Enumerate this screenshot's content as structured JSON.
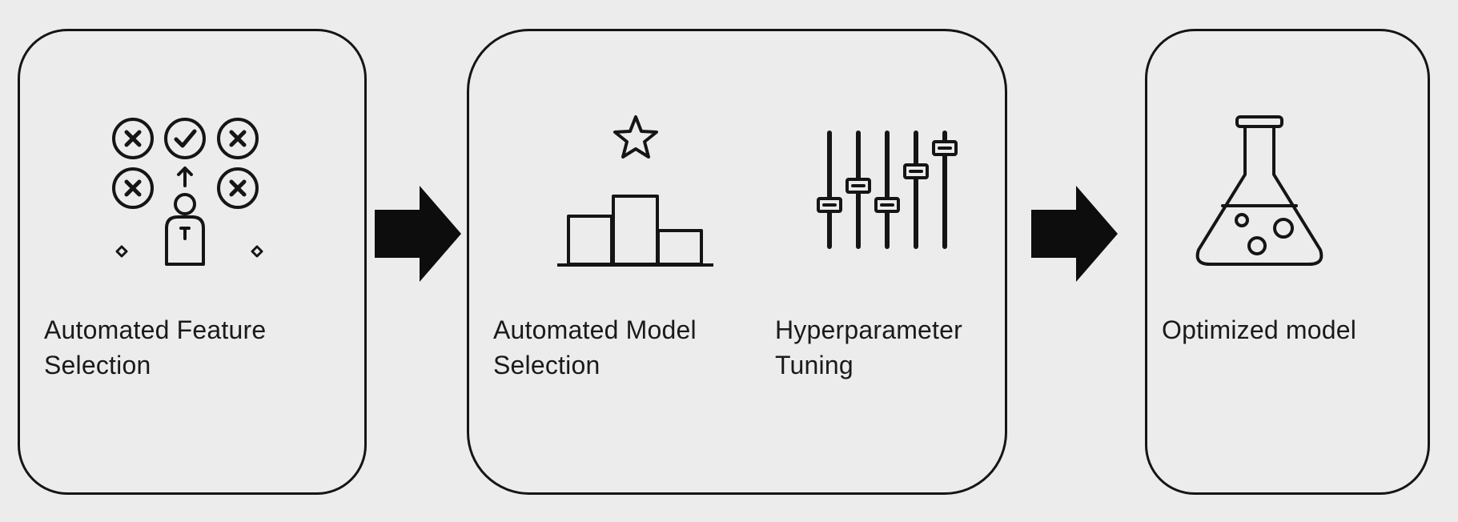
{
  "stages": [
    {
      "id": "feature-selection",
      "label": "Automated Feature\nSelection",
      "icon": "feature-selection-icon"
    },
    {
      "id": "model-tuning",
      "items": [
        {
          "label": "Automated Model\nSelection",
          "icon": "podium-star-icon"
        },
        {
          "label": "Hyperparameter\nTuning",
          "icon": "sliders-icon"
        }
      ]
    },
    {
      "id": "optimized-model",
      "label": "Optimized model",
      "icon": "flask-icon"
    }
  ],
  "connectors": [
    {
      "from": "feature-selection",
      "to": "model-tuning",
      "icon": "right-arrow-icon"
    },
    {
      "from": "model-tuning",
      "to": "optimized-model",
      "icon": "right-arrow-icon"
    }
  ],
  "colors": {
    "background": "#ececec",
    "stroke": "#151515"
  }
}
